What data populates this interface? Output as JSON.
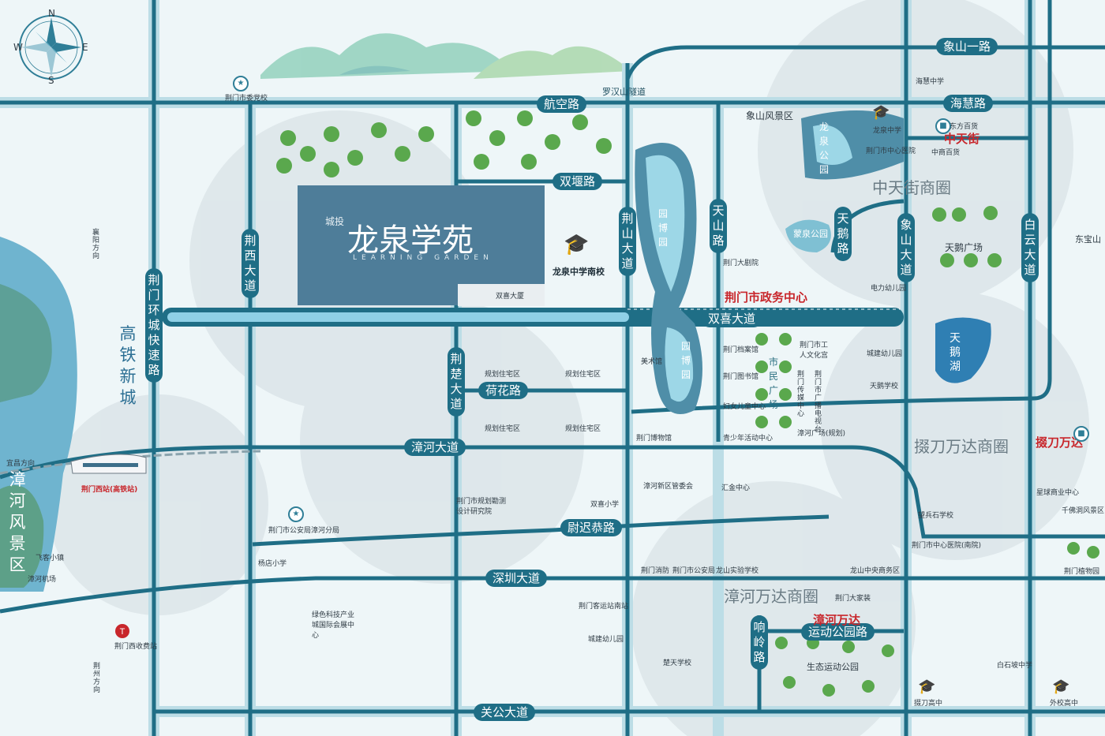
{
  "project": {
    "logo_text": "龙泉学苑",
    "logo_en": "LEARNING GARDEN",
    "seal_text": "城投"
  },
  "compass": {
    "n": "N",
    "s": "S",
    "e": "E",
    "w": "W"
  },
  "roads": {
    "hangkong": "航空路",
    "shuangyan": "双堰路",
    "luohan_tunnel": "罗汉山隧道",
    "xiangshan1": "象山一路",
    "haihui": "海慧路",
    "jingxi": "荆西大道",
    "jingmen_ring": "荆门环城快速路",
    "jingshan": "荆山大道",
    "tianshan": "天山路",
    "tiane": "天鹅路",
    "xiangshan_ave": "象山大道",
    "baiyun": "白云大道",
    "shuangxi": "双喜大道",
    "jingchu": "荆楚大道",
    "hehua": "荷花路",
    "zhanghe_ave": "漳河大道",
    "weichigong": "尉迟恭路",
    "shenzhen": "深圳大道",
    "xiangling": "响岭路",
    "yundong_park_rd": "运动公园路",
    "guangong": "关公大道"
  },
  "districts": {
    "gaotie": "高铁新城",
    "zhongtian_biz": "中天街商圈",
    "duodao_biz": "掇刀万达商圈",
    "zhanghe_biz": "漳河万达商圈",
    "zhanghe_scenic": "漳河风景区",
    "xiangshan_scenic": "象山风景区",
    "yuanbo": "园博园",
    "yuanbo2": "园博园",
    "longquan_park": "龙泉公园",
    "mengquan_park": "蒙泉公园",
    "tiane_lake": "天鹅湖",
    "shimin_plaza": "市民广场"
  },
  "highlights": {
    "gov_center": "荆门市政务中心",
    "zhongtianjie": "中天街",
    "duodao_wanda": "掇刀万达",
    "zhanghe_wanda": "漳河万达",
    "longquan_south": "龙泉中学南校"
  },
  "pois": {
    "party_school": "荆门市委党校",
    "haihui_mid": "海慧中学",
    "longquan_mid": "龙泉中学",
    "city_hospital": "荆门市中心医院",
    "dongfang": "东方百货",
    "zhongshang": "中商百货",
    "shuangxi_tower": "双喜大厦",
    "theatre": "荆门大剧院",
    "dianli_kinder": "电力幼儿园",
    "tiane_plaza": "天鹅广场",
    "dongbaoshan": "东宝山",
    "art_museum": "美术馆",
    "archives": "荆门档案馆",
    "library": "荆门图书馆",
    "women_center": "妇女儿童中心",
    "youth_center": "青少年活动中心",
    "museum": "荆门博物馆",
    "workers_palace": "荆门市工人文化宫",
    "media_center": "荆门传媒中心",
    "broadcast": "荆门市广播电视台",
    "zhanghe_plaza": "漳河广场(规划)",
    "chengjian_kinder": "城建幼儿园",
    "tiane_school": "天鹅学校",
    "residential": "规划住宅区",
    "xiangyang_dir": "襄阳方向",
    "yichang_dir": "宜昌方向",
    "jingzhou_dir": "荆州方向",
    "west_station": "荆门西站(高铁站)",
    "planning_inst": "荆门市规划勘测设计研究院",
    "shuangxi_primary": "双喜小学",
    "district_committee": "漳河新区管委会",
    "huijin": "汇金中心",
    "police_zhanghe": "荆门市公安局漳河分局",
    "yangdian": "杨店小学",
    "airport_town": "飞客小镇",
    "airport": "漳河机场",
    "green_tech": "绿色科技产业城国际会展中心",
    "toll": "荆门西收费站",
    "bus_station": "荆门客运站南站",
    "chengjian_kinder2": "城建幼儿园",
    "fire": "荆门消防",
    "police": "荆门市公安局",
    "longshan_school": "龙山实验学校",
    "longshan_biz": "龙山中央商务区",
    "family_store": "荆门大家装",
    "chutian_school": "楚天学校",
    "eco_park": "生态运动公园",
    "duodao_high": "掇刀高中",
    "waixiao_high": "外校高中",
    "wangbingshi": "望兵石学校",
    "hospital_south": "荆门市中心医院(南院)",
    "xingqiu": "星球商业中心",
    "qianfo": "千佛洞风景区",
    "baishipo": "白石坡中学",
    "botanical": "荆门植物园"
  },
  "icons": {
    "compass": "compass-rose",
    "hat": "graduation-cap-icon",
    "train": "high-speed-train-icon",
    "metro": "metro-sign-icon",
    "plane": "plane-icon",
    "star": "star-pin-icon"
  },
  "colors": {
    "road": "#1f6e86",
    "road_light": "#bcdde6",
    "water": "#8fc8df",
    "tree": "#5aa84d",
    "red": "#c8262b",
    "project_block": "#4e7d99"
  }
}
